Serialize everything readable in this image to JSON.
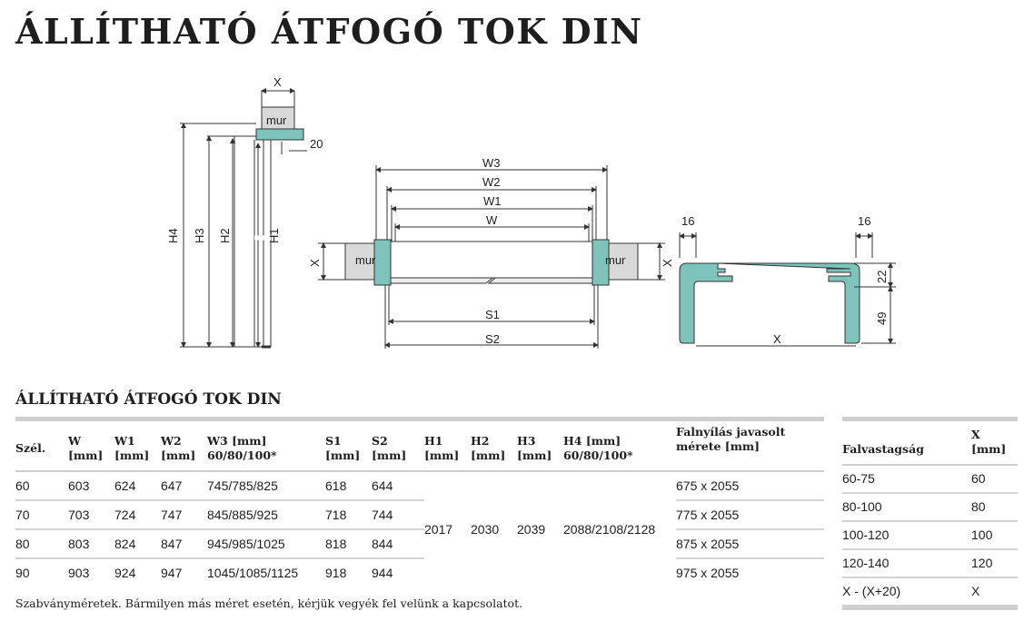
{
  "title": "ÁLLÍTHATÓ ÁTFOGÓ TOK DIN",
  "subtitle": "ÁLLÍTHATÓ ÁTFOGÓ TOK DIN",
  "diagram": {
    "side": {
      "mur": "mur",
      "x": "X",
      "d20": "20",
      "h4": "H4",
      "h3": "H3",
      "h2": "H2",
      "h1": "H1"
    },
    "top": {
      "w3": "W3",
      "w2": "W2",
      "w1": "W1",
      "w": "W",
      "x_left": "X",
      "x_right": "X",
      "mur_left": "mur",
      "mur_right": "mur",
      "s1": "S1",
      "s2": "S2"
    },
    "profile": {
      "d16_left": "16",
      "d16_right": "16",
      "d22": "22",
      "d49": "49",
      "x": "X"
    },
    "colors": {
      "frame": "#7ec4bd",
      "wall": "#d9d9d9",
      "dim": "#333333"
    }
  },
  "main_table": {
    "headers": [
      "Szél.",
      "W\n[mm]",
      "W1\n[mm]",
      "W2\n[mm]",
      "W3 [mm]\n60/80/100*",
      "S1\n[mm]",
      "S2\n[mm]",
      "H1\n[mm]",
      "H2\n[mm]",
      "H3\n[mm]",
      "H4 [mm]\n60/80/100*",
      "Falnyílás javasolt\nmérete [mm]"
    ],
    "rows": [
      {
        "szel": "60",
        "w": "603",
        "w1": "624",
        "w2": "647",
        "w3": "745/785/825",
        "s1": "618",
        "s2": "644",
        "falnyilas": "675 x 2055"
      },
      {
        "szel": "70",
        "w": "703",
        "w1": "724",
        "w2": "747",
        "w3": "845/885/925",
        "s1": "718",
        "s2": "744",
        "falnyilas": "775 x 2055"
      },
      {
        "szel": "80",
        "w": "803",
        "w1": "824",
        "w2": "847",
        "w3": "945/985/1025",
        "s1": "818",
        "s2": "844",
        "falnyilas": "875 x 2055"
      },
      {
        "szel": "90",
        "w": "903",
        "w1": "924",
        "w2": "947",
        "w3": "1045/1085/1125",
        "s1": "918",
        "s2": "944",
        "falnyilas": "975 x 2055"
      }
    ],
    "merged": {
      "h1": "2017",
      "h2": "2030",
      "h3": "2039",
      "h4": "2088/2108/2128"
    }
  },
  "side_table": {
    "headers": [
      "Falvastagság",
      "X\n[mm]"
    ],
    "rows": [
      {
        "falvastagsag": "60-75",
        "x": "60"
      },
      {
        "falvastagsag": "80-100",
        "x": "80"
      },
      {
        "falvastagsag": "100-120",
        "x": "100"
      },
      {
        "falvastagsag": "120-140",
        "x": "120"
      },
      {
        "falvastagsag": "X - (X+20)",
        "x": "X"
      }
    ]
  },
  "footnote": "Szabványméretek. Bármilyen más méret esetén, kérjük vegyék fel velünk a kapcsolatot."
}
